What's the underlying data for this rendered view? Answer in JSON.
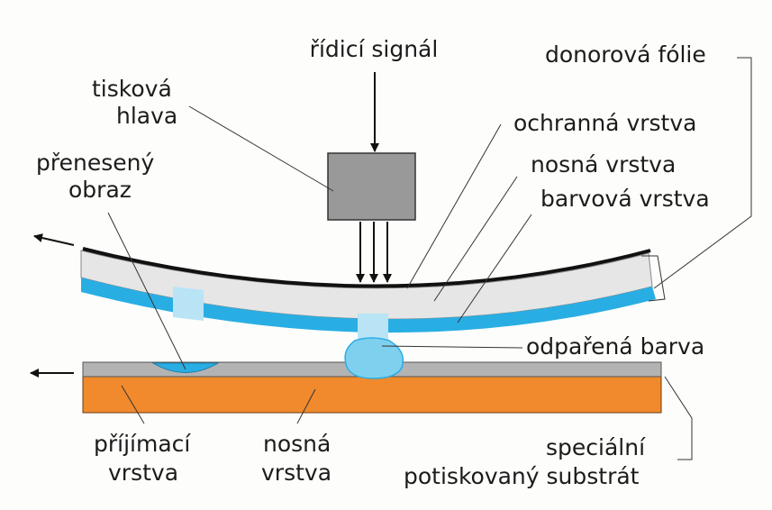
{
  "labels": {
    "control_signal": "řídicí signál",
    "print_head_1": "tisková",
    "print_head_2": "hlava",
    "donor_foil": "donorová fólie",
    "protective_layer": "ochranná vrstva",
    "carrier_layer_top": "nosná vrstva",
    "dye_layer": "barvová vrstva",
    "transferred_image_1": "přenesený",
    "transferred_image_2": "obraz",
    "evaporated_dye": "odpařená barva",
    "receiving_layer_1": "příjímací",
    "receiving_layer_2": "vrstva",
    "carrier_layer_bottom_1": "nosná",
    "carrier_layer_bottom_2": "vrstva",
    "substrate_1": "speciální",
    "substrate_2": "potiskovaný substrát"
  },
  "colors": {
    "dye_cyan": "#29aee4",
    "dye_light": "#b8e4f6",
    "carrier_gray": "#e6e6e6",
    "print_head_gray": "#999999",
    "receiving_gray": "#b3b3b3",
    "substrate_orange": "#f08a2c"
  }
}
